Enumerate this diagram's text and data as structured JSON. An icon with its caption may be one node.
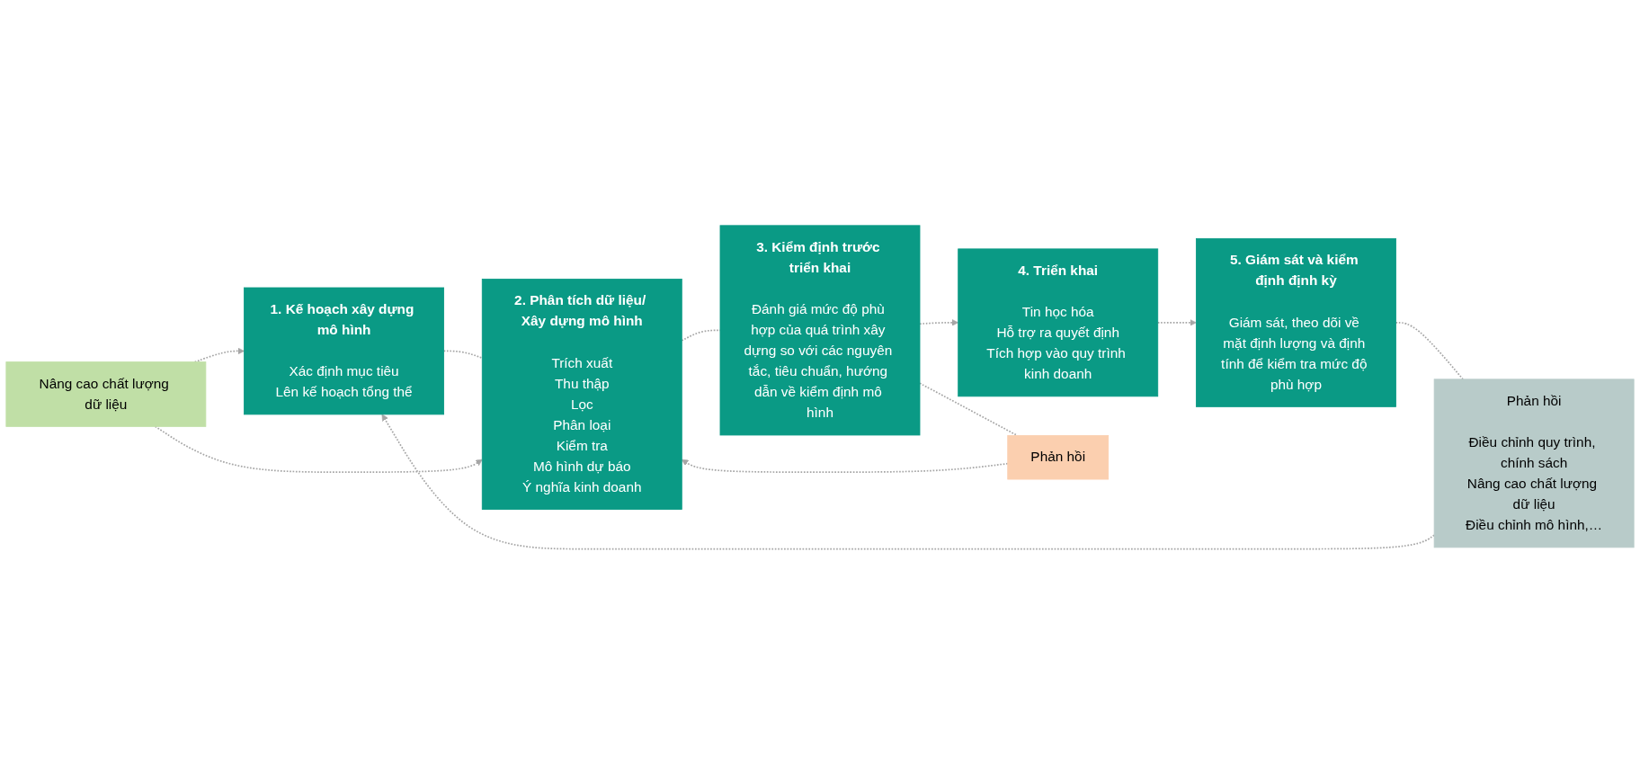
{
  "diagram": {
    "nodes": [
      {
        "text": [
          "1. Kế hoạch xây dựng mô hình",
          "Xác định mục tiêu",
          "Lên kế hoạch tổng thể"
        ]
      },
      {
        "text": [
          "2. Phân tích dữ liệu/ Xây dựng mô hình",
          "Trích xuất",
          "Thu thập",
          "Lọc",
          "Phân loại",
          "Kiểm tra",
          "Mô hình dự báo",
          "Ý nghĩa kinh doanh"
        ]
      },
      {
        "text": [
          "3. Kiểm định trước triển khai",
          "Đánh giá mức độ phù hợp của quá trình xây dựng so với các nguyên tắc, tiêu chuẩn, hướng dẫn về kiểm định mô hình"
        ]
      },
      {
        "text": [
          "4. Triển khai",
          "Tin học hóa",
          "Hỗ trợ ra quyết định",
          "Tích hợp vào quy trình kinh doanh"
        ]
      },
      {
        "text": [
          "5. Giám sát và kiểm định định kỳ",
          "Giám sát, theo dõi về mặt định lượng và định tính để kiểm tra mức độ phù hợp"
        ]
      },
      {
        "text": [
          "Nâng cao chất lượng dữ liệu"
        ]
      },
      {
        "text": [
          "Phản hồi"
        ]
      },
      {
        "text": [
          "Phản hồi",
          "Điều chỉnh quy trình, chính sách",
          "Nâng cao chất lượng dữ liệu",
          "Điều chỉnh mô hình,…"
        ]
      }
    ],
    "edges": [
      {
        "from": 0,
        "to": 1,
        "arrow": "none",
        "style": "dashed"
      },
      {
        "from": 1,
        "to": 2,
        "arrow": "none",
        "style": "dashed"
      },
      {
        "from": 2,
        "to": 3,
        "arrow": "to",
        "style": "dashed"
      },
      {
        "from": 3,
        "to": 4,
        "arrow": "to",
        "style": "dashed"
      },
      {
        "from": 4,
        "to": 7,
        "arrow": "none",
        "style": "dashed"
      },
      {
        "from": 7,
        "to": 0,
        "arrow": "to",
        "style": "dashed"
      },
      {
        "from": 5,
        "to": 0,
        "arrow": "to",
        "style": "dashed"
      },
      {
        "from": 5,
        "to": 1,
        "arrow": "to",
        "style": "dashed"
      },
      {
        "from": 2,
        "to": 6,
        "arrow": "none",
        "style": "dashed"
      },
      {
        "from": 6,
        "to": 1,
        "arrow": "to",
        "style": "dashed"
      }
    ]
  }
}
